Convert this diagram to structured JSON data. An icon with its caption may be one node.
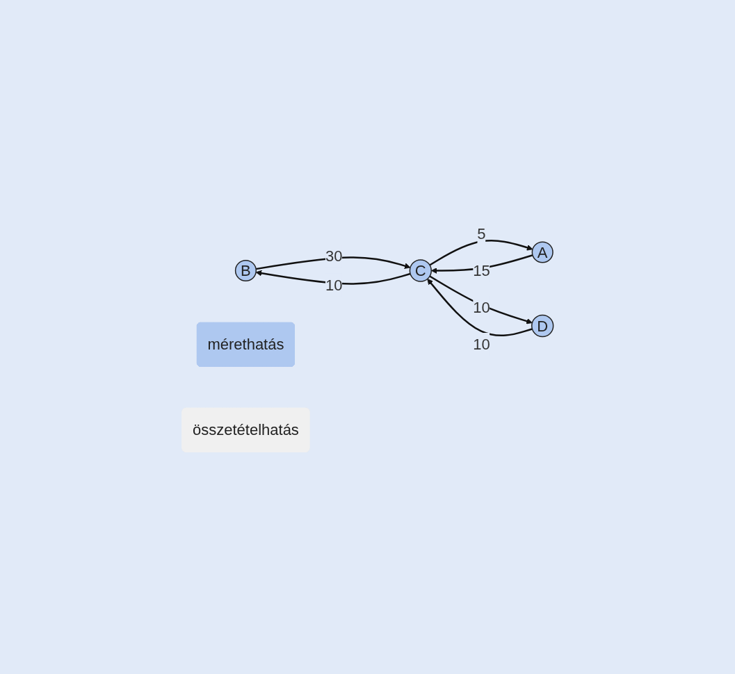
{
  "diagram": {
    "nodes": [
      {
        "text": [
          "B"
        ]
      },
      {
        "text": [
          "mérethatás"
        ]
      },
      {
        "text": [
          "A"
        ]
      },
      {
        "text": [
          "C"
        ]
      },
      {
        "text": [
          "D"
        ]
      },
      {
        "text": [
          "összetételhatás"
        ]
      }
    ],
    "edges": [
      {
        "from": 0,
        "to": 3,
        "arrow": "to",
        "label": "30"
      },
      {
        "from": 3,
        "to": 0,
        "arrow": "to",
        "label": "10"
      },
      {
        "from": 2,
        "to": 3,
        "arrow": "to",
        "label": "15"
      },
      {
        "from": 3,
        "to": 2,
        "arrow": "to",
        "label": "5"
      },
      {
        "from": 3,
        "to": 4,
        "arrow": "to",
        "label": "10"
      },
      {
        "from": 4,
        "to": 3,
        "arrow": "to",
        "label": "10"
      }
    ]
  }
}
